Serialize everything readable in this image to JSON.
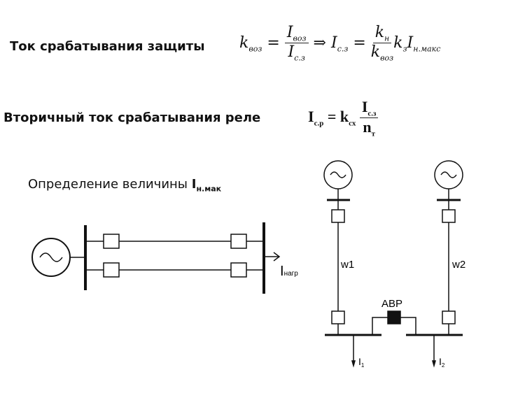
{
  "line1": {
    "label": "Ток срабатывания защиты",
    "formula": {
      "k": "k",
      "k_sub": "воз",
      "I": "I",
      "I_voz_sub": "воз",
      "I_sz_sub": "с.з",
      "implies": "⇒",
      "eq": "=",
      "kn_sub": "н",
      "kz_sub": "з",
      "Inmax_sub": "н.макс"
    }
  },
  "line2": {
    "label": "Вторичный ток срабатывания реле",
    "formula": {
      "I": "I",
      "Icp_sub": "с.р",
      "eq": "=",
      "k": "k",
      "ksx_sub": "сх",
      "Isz_sub": "с.з",
      "n": "n",
      "nt_sub": "т"
    }
  },
  "line3": {
    "label": "Определение величины",
    "I": "I",
    "I_sub": "н.мак"
  },
  "left_diagram": {
    "load_label": "I",
    "load_sub": "нагр"
  },
  "right_diagram": {
    "w1": "w1",
    "w2": "w2",
    "abr": "АВР",
    "i1": "I",
    "i1_sub": "1",
    "i2": "I",
    "i2_sub": "2"
  }
}
